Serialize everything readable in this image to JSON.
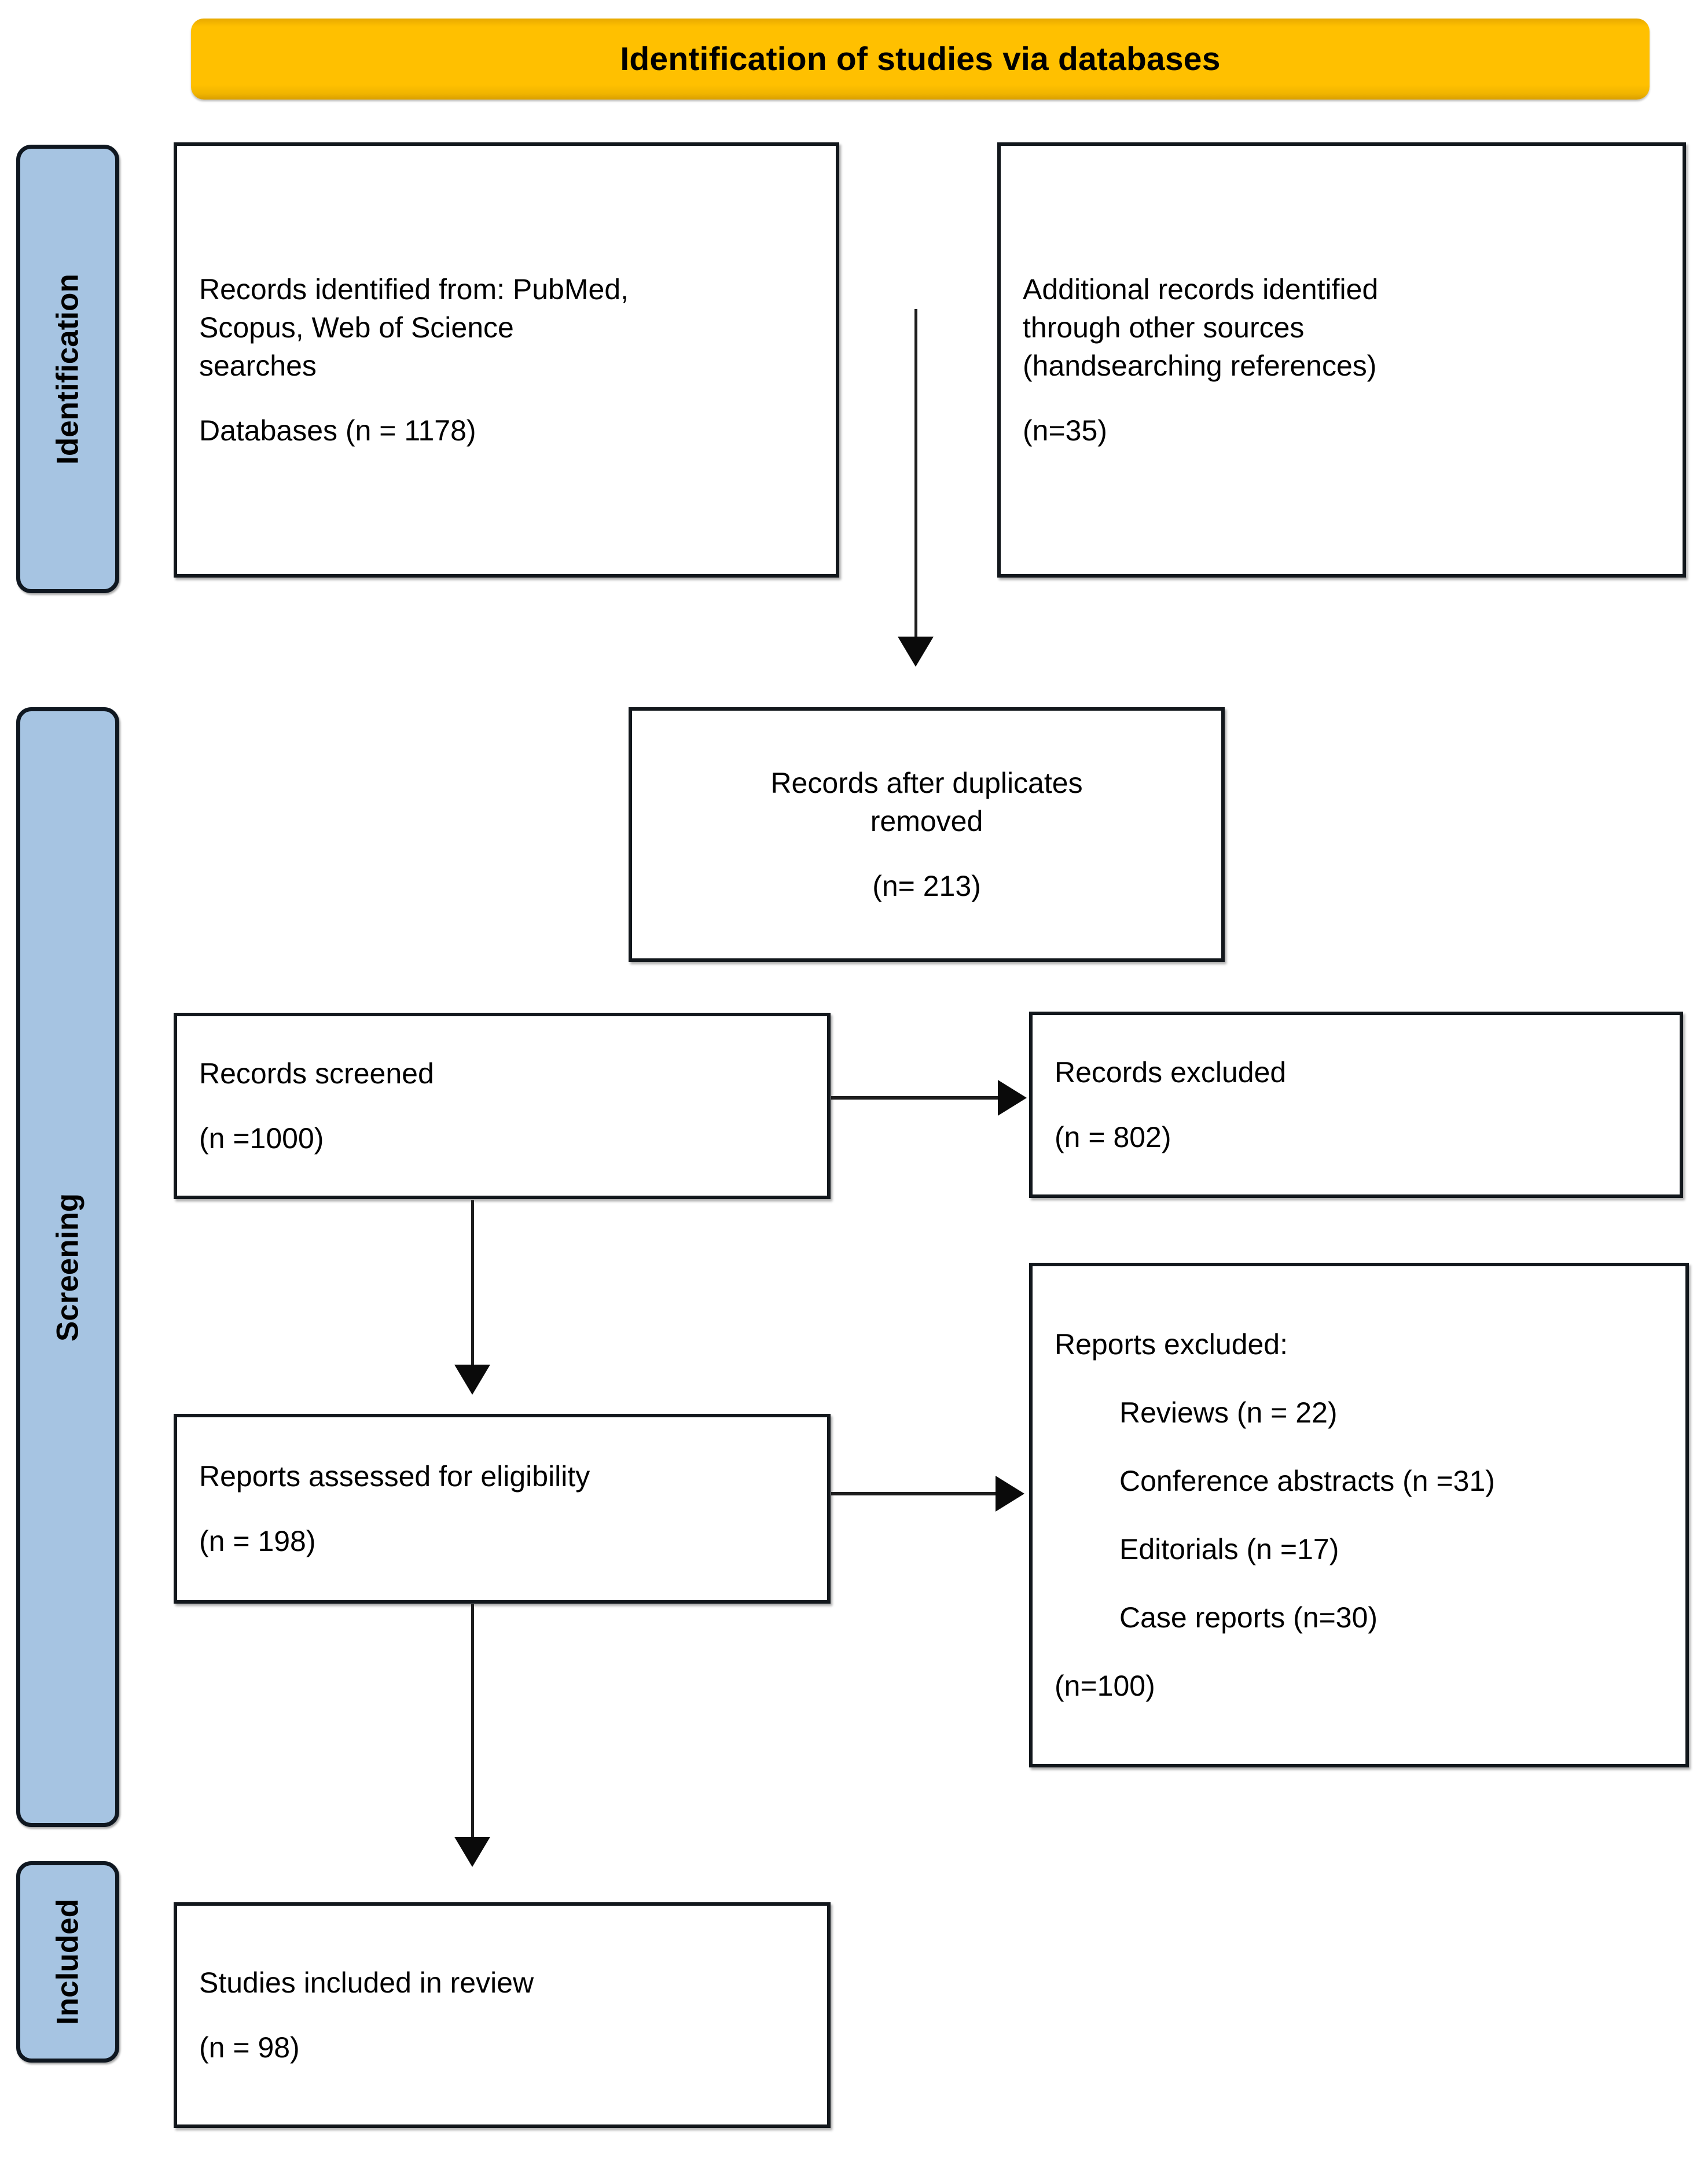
{
  "banner": {
    "title": "Identification of studies via databases"
  },
  "stages": [
    {
      "id": "identification",
      "label": "Identification"
    },
    {
      "id": "screening",
      "label": "Screening"
    },
    {
      "id": "included",
      "label": "Included"
    }
  ],
  "boxes": {
    "databases": {
      "lines": [
        "Records identified from: PubMed,",
        "Scopus, Web of Science",
        "searches"
      ],
      "count_line": "Databases (n = 1178)"
    },
    "other_sources": {
      "lines": [
        "Additional records identified",
        "through other sources",
        "(handsearching references)"
      ],
      "count_line": "(n=35)"
    },
    "duplicates_removed": {
      "lines": [
        "Records after duplicates",
        "removed"
      ],
      "count_line": "(n= 213)"
    },
    "records_screened": {
      "title": "Records screened",
      "count_line": "(n =1000)"
    },
    "records_excluded": {
      "title": "Records excluded",
      "count_line": "(n = 802)"
    },
    "reports_eligibility": {
      "title": "Reports assessed for eligibility",
      "count_line": "(n = 198)"
    },
    "reports_excluded": {
      "title": "Reports excluded:",
      "reasons": [
        "Reviews (n = 22)",
        "Conference abstracts (n =31)",
        "Editorials (n =17)",
        "Case reports (n=30)"
      ],
      "total_line": "(n=100)"
    },
    "studies_included": {
      "title": "Studies included in review",
      "count_line": "(n = 98)"
    }
  },
  "colors": {
    "banner": "#FFC000",
    "stage_bar": "#A6C4E2",
    "box_border": "#12171C",
    "arrow": "#0A0A0A",
    "background": "#FFFFFF"
  },
  "chart_data": {
    "type": "diagram",
    "title": "Identification of studies via databases",
    "flow": [
      {
        "stage": "Identification",
        "node": "Databases",
        "n": 1178
      },
      {
        "stage": "Identification",
        "node": "Other sources (handsearching references)",
        "n": 35
      },
      {
        "stage": "Identification",
        "node": "Records after duplicates removed",
        "n": 213
      },
      {
        "stage": "Screening",
        "node": "Records screened",
        "n": 1000
      },
      {
        "stage": "Screening",
        "node": "Records excluded",
        "n": 802
      },
      {
        "stage": "Screening",
        "node": "Reports assessed for eligibility",
        "n": 198
      },
      {
        "stage": "Screening",
        "node": "Reports excluded (total)",
        "n": 100
      },
      {
        "stage": "Screening",
        "node": "Reports excluded: Reviews",
        "n": 22
      },
      {
        "stage": "Screening",
        "node": "Reports excluded: Conference abstracts",
        "n": 31
      },
      {
        "stage": "Screening",
        "node": "Reports excluded: Editorials",
        "n": 17
      },
      {
        "stage": "Screening",
        "node": "Reports excluded: Case reports",
        "n": 30
      },
      {
        "stage": "Included",
        "node": "Studies included in review",
        "n": 98
      }
    ]
  }
}
